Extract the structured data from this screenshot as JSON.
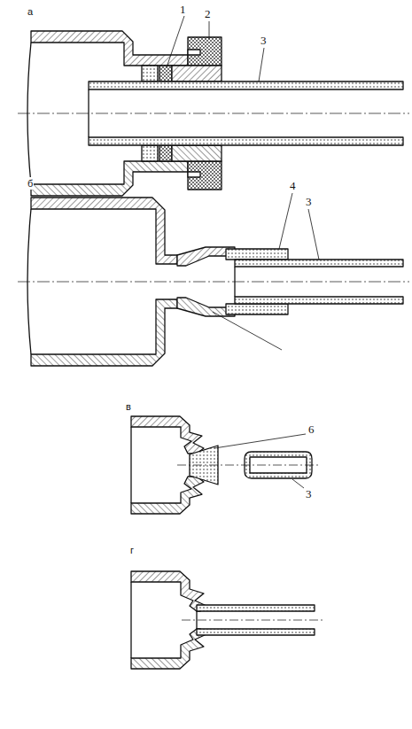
{
  "diagram": {
    "labels": [
      "а",
      "1",
      "2",
      "3",
      "б",
      "4",
      "3",
      "в",
      "6",
      "3",
      "г"
    ]
  }
}
